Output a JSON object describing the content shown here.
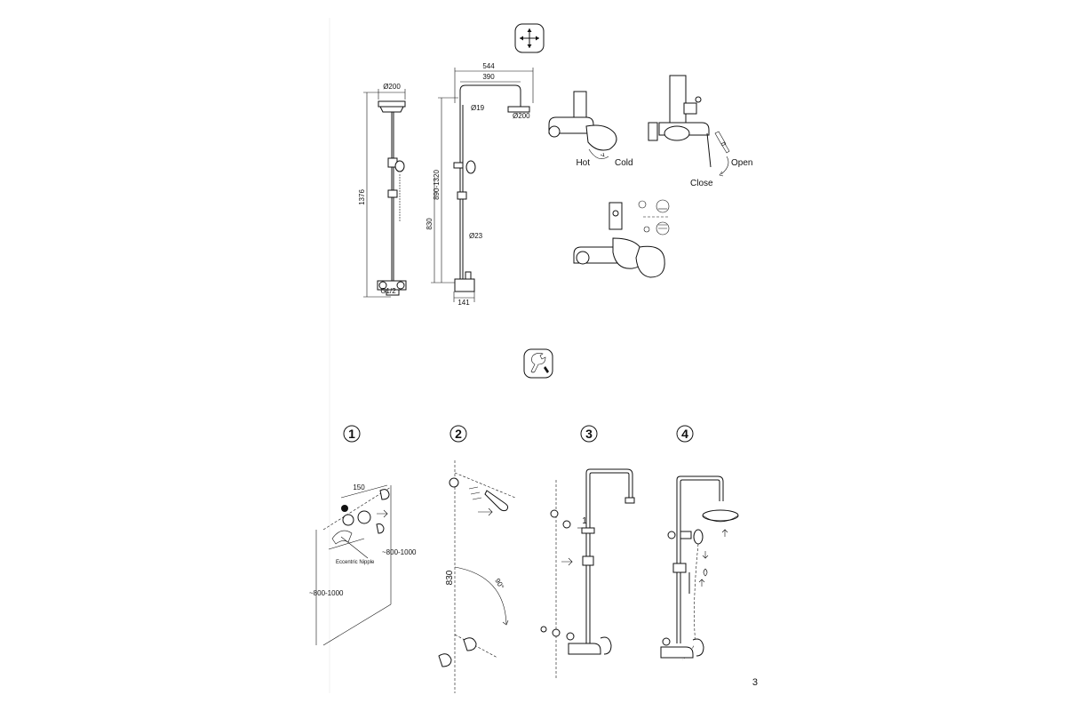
{
  "page_number": "3",
  "icons": {
    "dimensions": "crosshair-dimensions-icon",
    "installation": "wrench-installation-icon"
  },
  "front_view": {
    "head_diameter": "Ø200",
    "height": "1376",
    "inlet_thread": "G1/2"
  },
  "side_view": {
    "arm_outer": "544",
    "arm_inner": "390",
    "upper_pipe": "Ø19",
    "head_diameter": "Ø200",
    "height_range": "890-1320",
    "lower_height": "830",
    "lower_pipe": "Ø23",
    "base_offset": "141"
  },
  "mixer_view": {
    "hot": "Hot",
    "cold": "Cold"
  },
  "valve_view": {
    "open": "Open",
    "close": "Close"
  },
  "steps": [
    {
      "number": "1",
      "spacing": "150",
      "nipple_label": "Eccentric Nipple",
      "height_right": "~800-1000",
      "height_left": "~800-1000"
    },
    {
      "number": "2",
      "height": "830",
      "angle": "90°"
    },
    {
      "number": "3",
      "marker": "1"
    },
    {
      "number": "4"
    }
  ]
}
